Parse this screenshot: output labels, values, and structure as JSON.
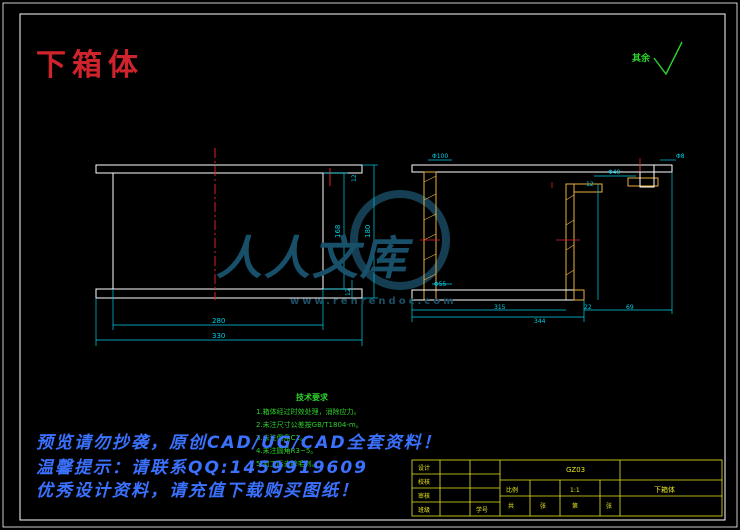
{
  "drawing": {
    "title": "下箱体",
    "mark": "其余"
  },
  "technical_requirements": {
    "heading": "技术要求",
    "items": [
      "1.箱体经过时效处理，消除应力。",
      "2.未注尺寸公差按GB/T1804-m。",
      "3.未注倒角C1。",
      "4.未注圆角R3~5。",
      "5.加工后去除毛刺。"
    ]
  },
  "dimensions": {
    "front": [
      "330",
      "280",
      "168",
      "180",
      "12",
      "12"
    ],
    "side": [
      "Φ100",
      "Φ40",
      "12",
      "Φ8",
      "Φ55",
      "315",
      "344",
      "22",
      "69"
    ]
  },
  "title_block": {
    "drawing_no": "GZ03",
    "scale_label": "比例",
    "scale_value": "1:1",
    "part_name": "下箱体",
    "row_labels": [
      "设计",
      "校核",
      "审核",
      "班级"
    ],
    "bottom_labels": [
      "共",
      "张",
      "第",
      "张"
    ],
    "student_no_label": "学号"
  },
  "watermark": {
    "text": "人人文库",
    "url": "www.renrendoc.com"
  },
  "promo_lines": [
    "预览请勿抄袭，原创CAD/UG/CAD全套资料！",
    "温馨提示：请联系QQ:1459919609",
    "优秀设计资料，请充值下载购买图纸！"
  ],
  "colors": {
    "background": "#000000",
    "frame": "#ffffff",
    "dimension": "#00cfe8",
    "outline": "#ffffff",
    "section_hatch": "#e8b040",
    "centerline": "#e0202a",
    "title_block": "#e8e820",
    "text_green": "#2bd12b",
    "watermark": "#18506a",
    "promo": "#3b71ff"
  }
}
